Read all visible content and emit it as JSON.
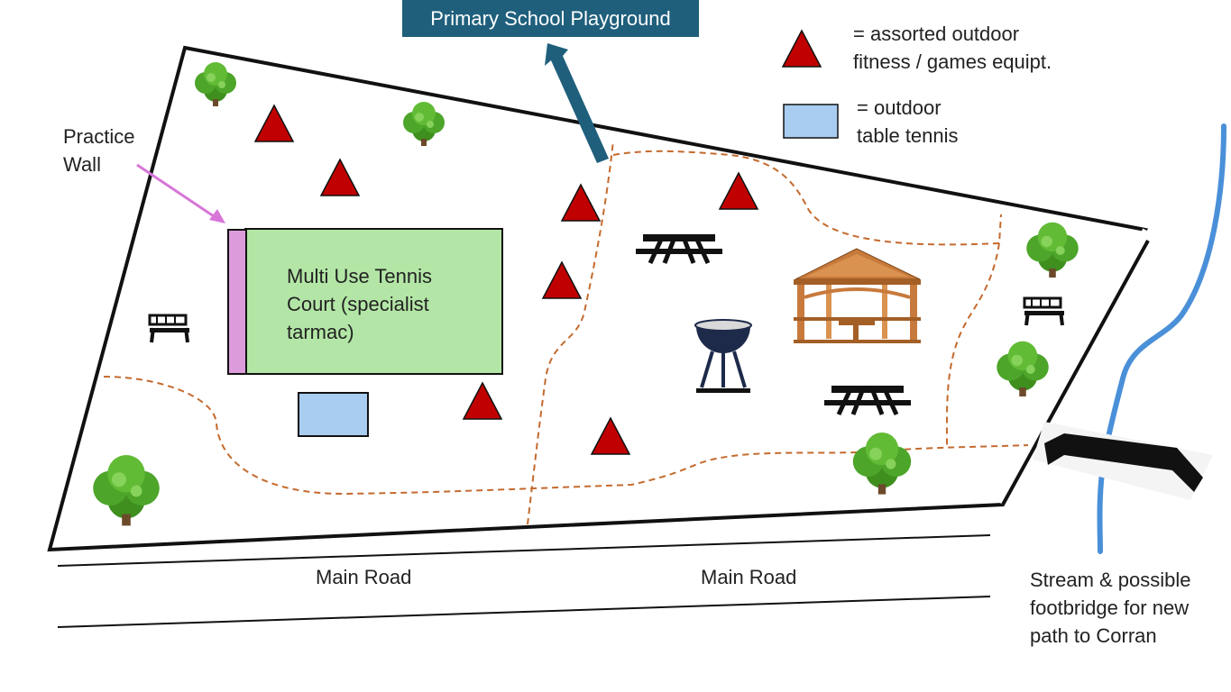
{
  "banner": {
    "label": "Primary School Playground"
  },
  "legend": {
    "fitness_text": "= assorted outdoor\nfitness / games equipt.",
    "table_tennis_text": "= outdoor\ntable tennis"
  },
  "labels": {
    "practice_wall": "Practice\nWall",
    "tennis_court": "Multi Use Tennis\nCourt (specialist\ntarmac)",
    "main_road_left": "Main Road",
    "main_road_right": "Main Road",
    "stream": "Stream & possible\nfootbridge for new\npath to Corran"
  },
  "colors": {
    "fitness_triangle": "#c00000",
    "table_tennis": "#a9cdf0",
    "court": "#b3e6a6",
    "practice_wall": "#dc9cdc",
    "path": "#c46a2e",
    "stream": "#4a90d9",
    "banner": "#1f5f7c"
  },
  "icons": [
    "tree-icon",
    "bench-icon",
    "picnic-table-icon",
    "bbq-grill-icon",
    "gazebo-icon",
    "footbridge-icon",
    "fitness-equipment-icon",
    "table-tennis-icon"
  ]
}
